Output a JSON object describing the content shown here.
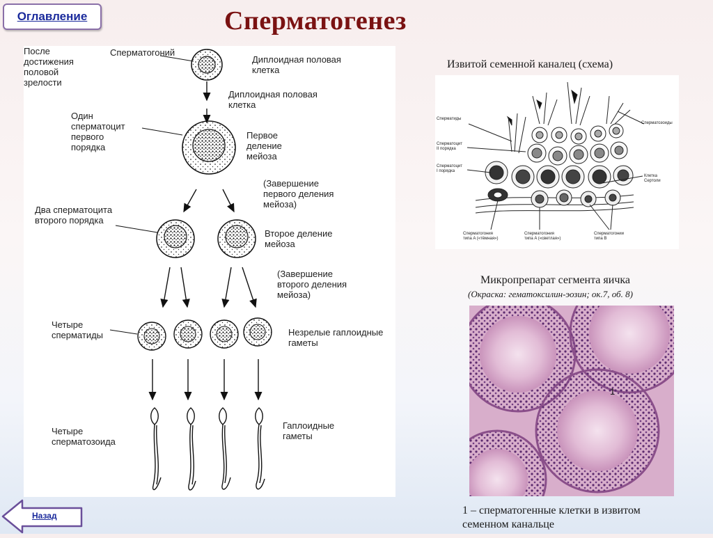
{
  "toc_button": "Оглавление",
  "title": "Сперматогенез",
  "scheme": {
    "labels": {
      "after_maturity": "После\nдостижения\nполовой\nзрелости",
      "spermatogonium": "Сперматогоний",
      "diploid_1": "Диплоидная половая\nклетка",
      "diploid_2": "Диплоидная половая\nклетка",
      "one_spermatocyte": "Один\nсперматоцит\nпервого\nпорядка",
      "first_division": "Первое\nделение\nмейоза",
      "first_completion": "(Завершение\nпервого деления\nмейоза)",
      "two_spermatocytes": "Два сперматоцита\nвторого порядка",
      "second_division": "Второе деление\nмейоза",
      "second_completion": "(Завершение\nвторого деления\nмейоза)",
      "four_spermatids": "Четыре\nсперматиды",
      "immature_gametes": "Незрелые гаплоидные\nгаметы",
      "four_spermatozoa": "Четыре\nсперматозоида",
      "haploid_gametes": "Гаплоидные\nгаметы"
    }
  },
  "tubule": {
    "caption": "Извитой семенной каналец (схема)",
    "labels": {
      "spermatids": "Сперматиды",
      "spermatocyte_2": "Сперматоцит\nII порядка",
      "spermatocyte_1": "Сперматоцит\nI порядка",
      "spermatozoa": "Сперматозоиды",
      "sertoli": "Клетка\nСертоли",
      "spermatogonia_dark": "Сперматогония\nтипа A («тёмная»)",
      "spermatogonia_light": "Сперматогония\nтипа A («светлая»)",
      "spermatogonia_b": "Сперматогонии\nтипа B"
    }
  },
  "micro": {
    "caption": "Микропрепарат сегмента яичка",
    "stain": "(Окраска: гематоксилин-эозин; ок.7, об. 8)",
    "marker": "1",
    "legend": "1 – сперматогенные клетки в извитом\nсеменном канальце"
  },
  "back_button": "Назад",
  "colors": {
    "title": "#7a1212",
    "link": "#1a2a9c",
    "tissue": "#d6a9c8",
    "nuclei": "#5b2a6e"
  }
}
